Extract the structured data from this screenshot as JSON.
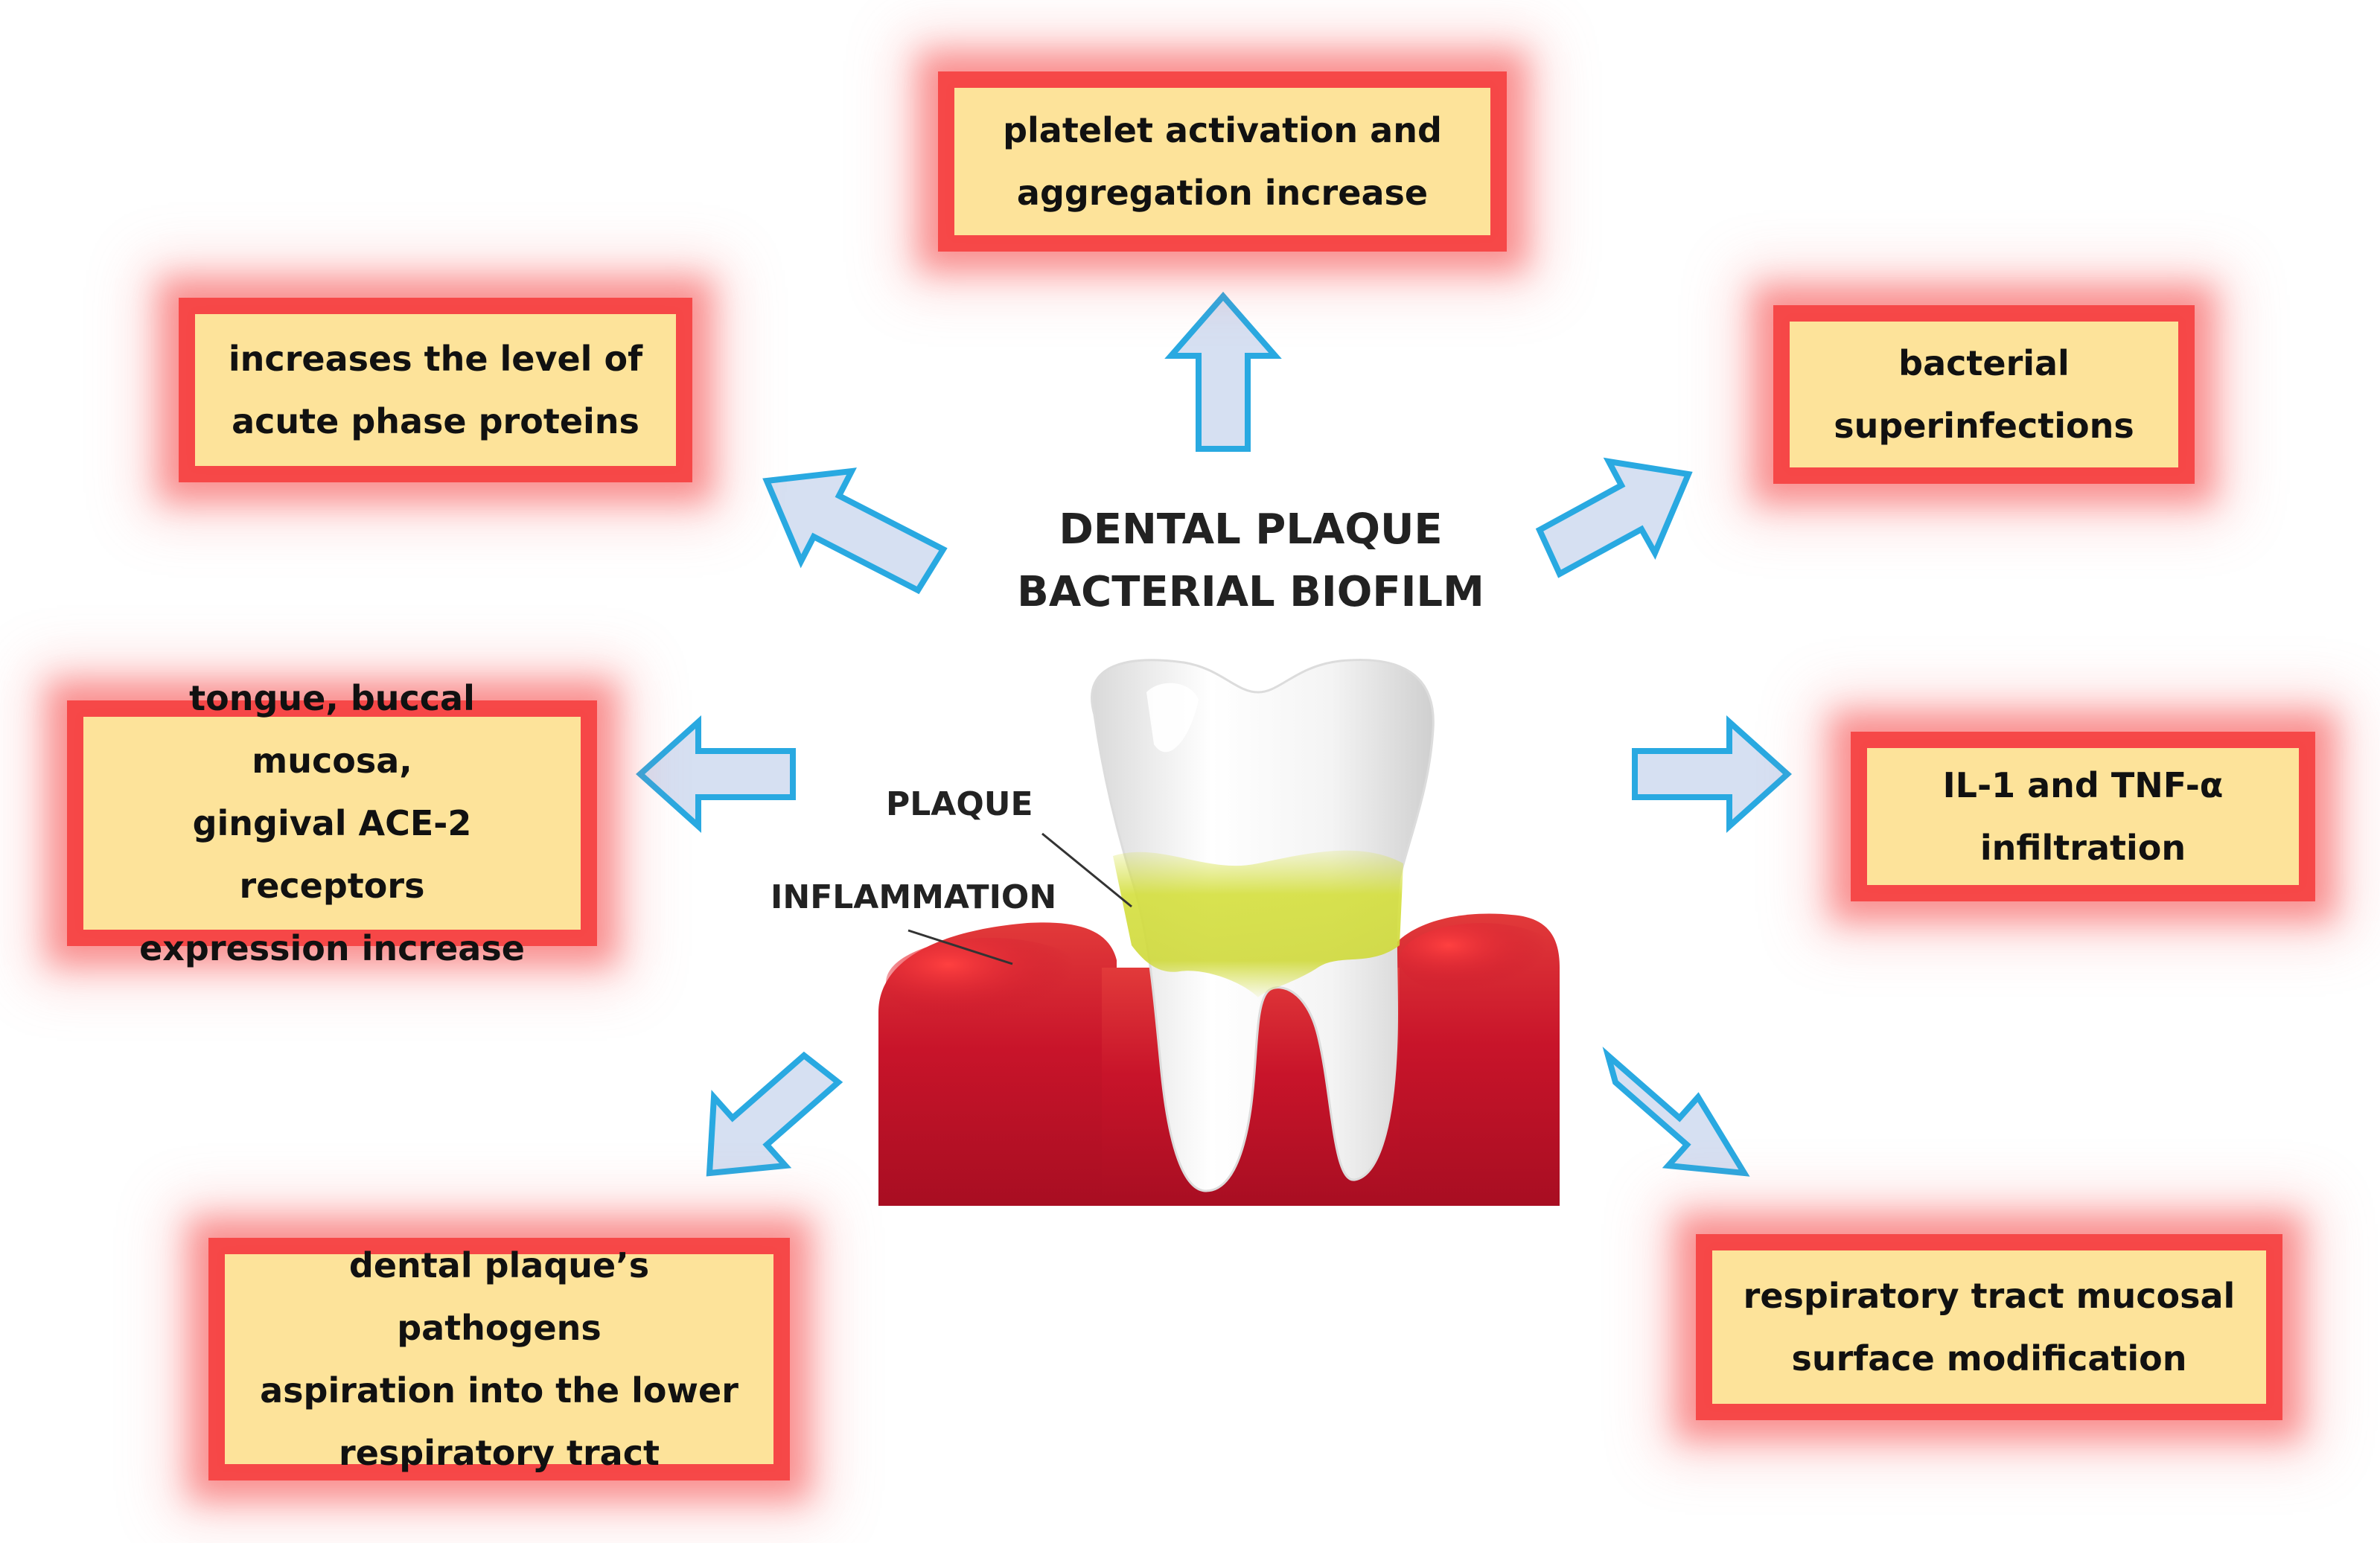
{
  "title": {
    "line1": "DENTAL PLAQUE",
    "line2": "BACTERIAL BIOFILM"
  },
  "tooth_labels": {
    "plaque": "PLAQUE",
    "inflammation": "INFLAMMATION"
  },
  "effects": {
    "top": [
      "platelet activation and",
      "aggregation increase"
    ],
    "top_left": [
      "increases the level of",
      "acute phase proteins"
    ],
    "top_right": [
      "bacterial",
      "superinfections"
    ],
    "mid_left": [
      "tongue, buccal mucosa,",
      "gingival ACE-2 receptors",
      "expression increase"
    ],
    "mid_right": [
      "IL-1 and TNF-α",
      "infiltration"
    ],
    "bottom_left": [
      "dental plaque’s pathogens",
      "aspiration into the lower",
      "respiratory tract"
    ],
    "bottom_right": [
      "respiratory tract mucosal",
      "surface modification"
    ]
  },
  "colors": {
    "box_fill": "#fde39a",
    "box_glow": "#f54141",
    "arrow_fill": "#d6e0f2",
    "arrow_stroke": "#29a9e1",
    "gum": "#c8102e",
    "plaque": "#d8e04a"
  }
}
